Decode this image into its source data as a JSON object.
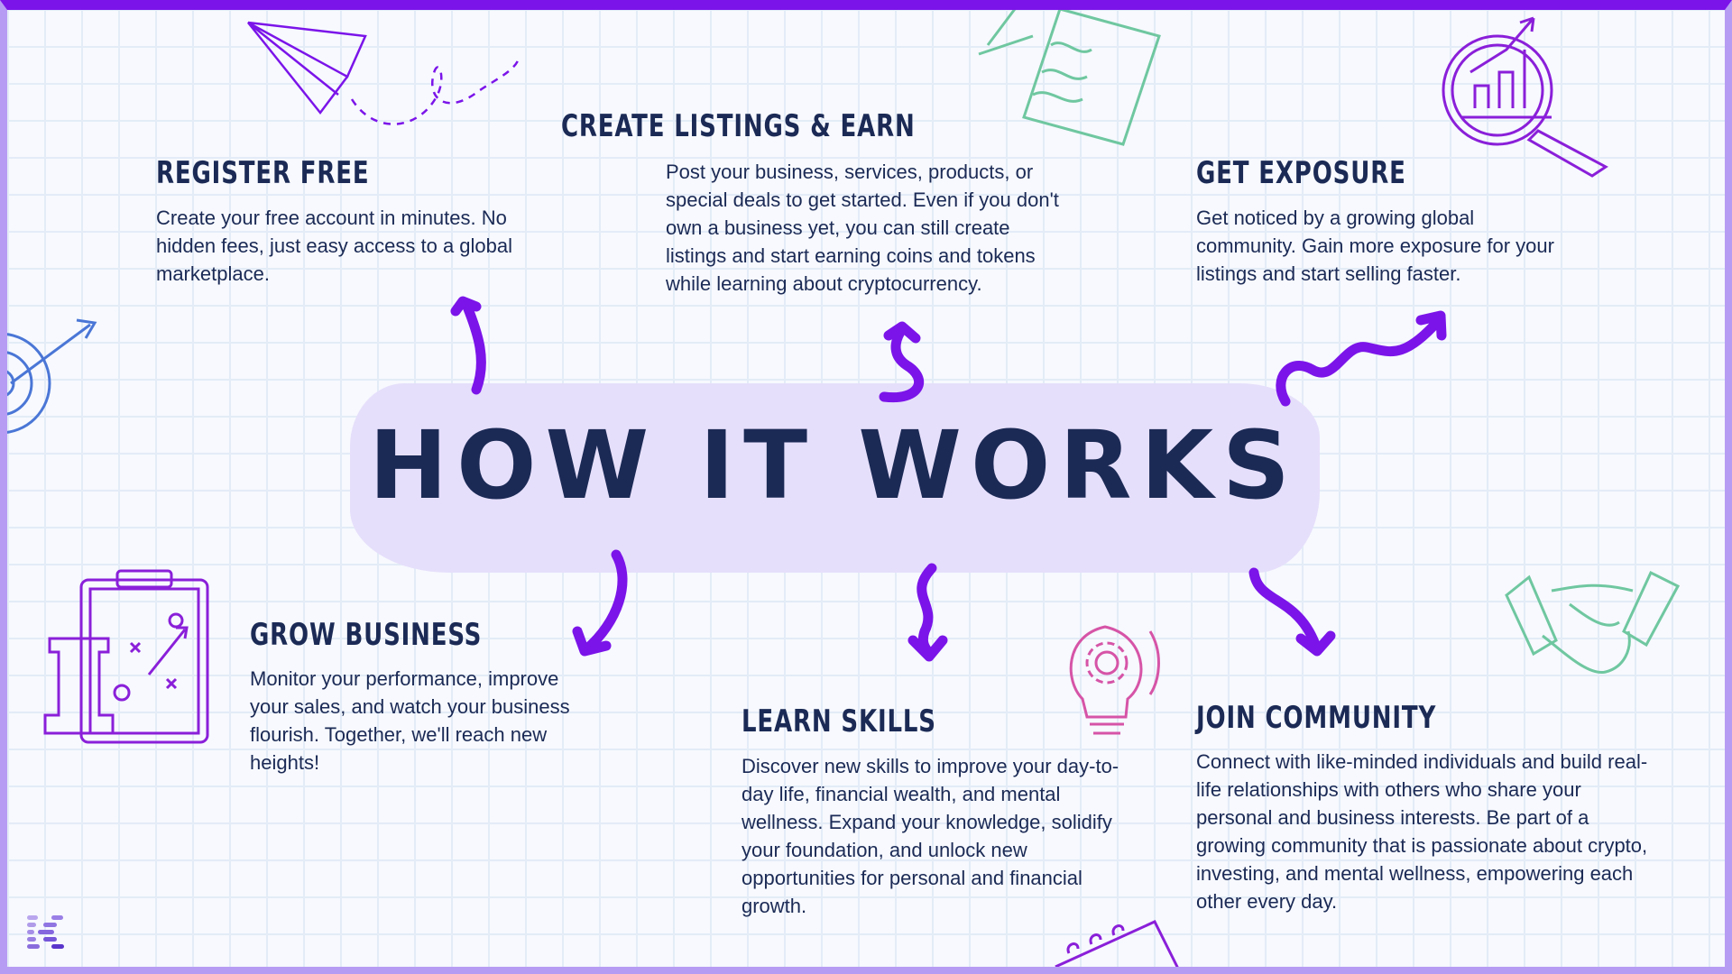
{
  "title": "HOW IT WORKS",
  "steps": [
    {
      "heading": "Register Free",
      "body": "Create your free account in minutes. No hidden fees, just easy access to a global marketplace."
    },
    {
      "heading": "Create Listings & Earn",
      "body": "Post your business, services, products, or special deals to get started. Even if you don't own a business yet, you can still create listings and start earning coins and tokens while learning about cryptocurrency."
    },
    {
      "heading": "Get Exposure",
      "body": "Get noticed by a growing global community. Gain more exposure for your listings and start selling faster."
    },
    {
      "heading": "Grow Business",
      "body": "Monitor your performance, improve your sales, and watch your business flourish. Together, we'll reach new heights!"
    },
    {
      "heading": "Learn Skills",
      "body": "Discover new skills to improve your day-to-day life, financial wealth, and mental wellness. Expand your knowledge, solidify your foundation, and unlock new opportunities for personal and financial growth."
    },
    {
      "heading": "Join Community",
      "body": "Connect with like-minded individuals and build real-life relationships with others who share your personal and business interests. Be part of a growing community that is passionate about crypto, investing, and mental wellness, empowering each other every day."
    }
  ],
  "colors": {
    "accent": "#7b14e9",
    "text": "#1b2a55",
    "border": "#b79cf4",
    "highlight": "#e6dffb"
  }
}
